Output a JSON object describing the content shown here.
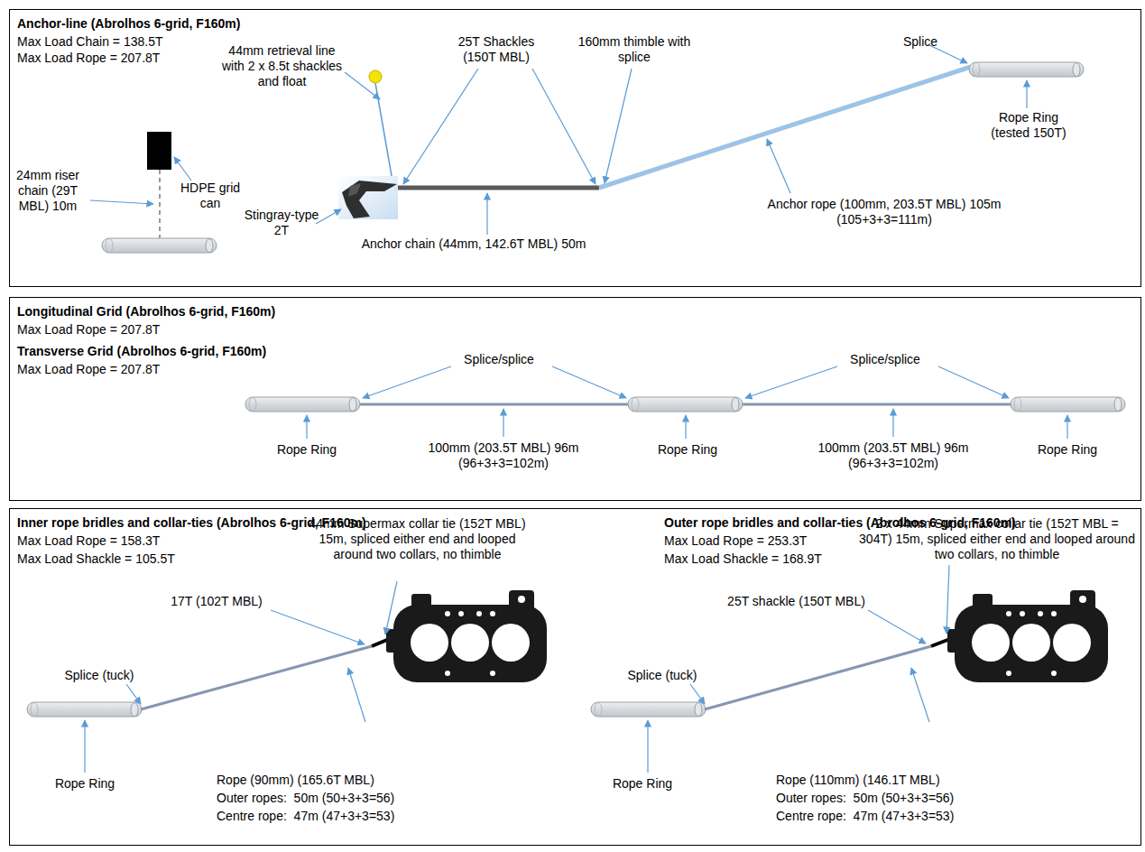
{
  "diagram": {
    "nodes": [
      {
        "text": [
          "Anchor-line (Abrolhos 6-grid, F160m)",
          "Max Load Chain = 138.5T",
          "Max Load Rope = 207.8T"
        ]
      },
      {
        "text": [
          "Longitudinal Grid (Abrolhos 6-grid, F160m)",
          "Max Load Rope = 207.8T",
          "Transverse Grid (Abrolhos 6-grid, F160m)",
          "Max Load Rope = 207.8T"
        ]
      },
      {
        "text": [
          "Inner rope bridles and collar-ties (Abrolhos 6-grid, F160m)",
          "Max Load Rope = 158.3T",
          "Max Load Shackle = 105.5T",
          "Outer rope bridles and collar-ties (Abrolhos 6-grid, F160m)",
          "Max Load Rope = 253.3T",
          "Max Load Shackle = 168.9T"
        ]
      }
    ],
    "labels": [
      "44mm retrieval line with 2 x 8.5t shackles and float",
      "25T Shackles (150T MBL)",
      "160mm thimble with splice",
      "Splice",
      "Rope Ring (tested 150T)",
      "24mm riser chain (29T MBL) 10m",
      "HDPE grid can",
      "Stingray-type 2T",
      "Anchor chain (44mm, 142.6T MBL) 50m",
      "Anchor rope (100mm, 203.5T MBL) 105m (105+3+3=111m)",
      "Splice/splice",
      "Splice/splice",
      "Rope Ring",
      "100mm (203.5T MBL) 96m (96+3+3=102m)",
      "Rope Ring",
      "100mm (203.5T MBL) 96m (96+3+3=102m)",
      "Rope Ring",
      "44mm Supermax collar tie (152T MBL) 15m, spliced either end and looped around two collars, no thimble",
      "17T (102T MBL)",
      "Splice (tuck)",
      "Rope Ring",
      "Rope (90mm) (165.6T MBL)",
      "Outer ropes:  50m (50+3+3=56)",
      "Centre rope:  47m (47+3+3=53)",
      "2 x 44mm Supermax collar tie (152T MBL = 304T) 15m, spliced either end and looped around two collars, no thimble",
      "25T shackle (150T MBL)",
      "Splice (tuck)",
      "Rope Ring",
      "Rope (110mm) (146.1T MBL)",
      "Outer ropes:  50m (50+3+3=56)",
      "Centre rope:  47m (47+3+3=53)"
    ]
  }
}
